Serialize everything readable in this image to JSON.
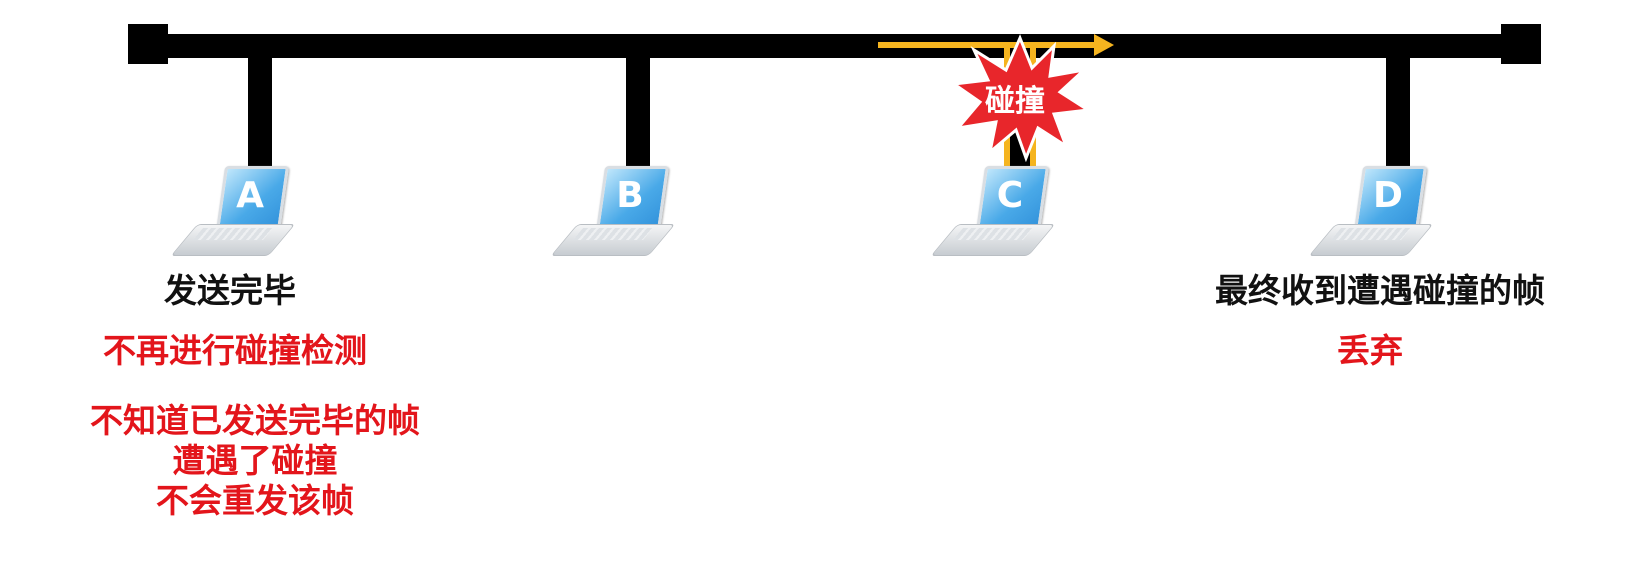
{
  "stations": [
    {
      "label": "A"
    },
    {
      "label": "B"
    },
    {
      "label": "C"
    },
    {
      "label": "D"
    }
  ],
  "collision_label": "碰撞",
  "station_a": {
    "status": "发送完毕",
    "note1": "不再进行碰撞检测",
    "note2_line1": "不知道已发送完毕的帧",
    "note2_line2": "遭遇了碰撞",
    "note2_line3": "不会重发该帧"
  },
  "station_d": {
    "status": "最终收到遭遇碰撞的帧",
    "action": "丢弃"
  },
  "colors": {
    "bus": "#000000",
    "signal": "#f5b41f",
    "burst": "#e8262b",
    "highlight_text": "#e3151b",
    "laptop_screen": "#49a9e8"
  },
  "icons": {
    "station": "laptop-icon",
    "collision": "explosion-burst-icon",
    "signal_direction": "arrow-right-icon"
  }
}
